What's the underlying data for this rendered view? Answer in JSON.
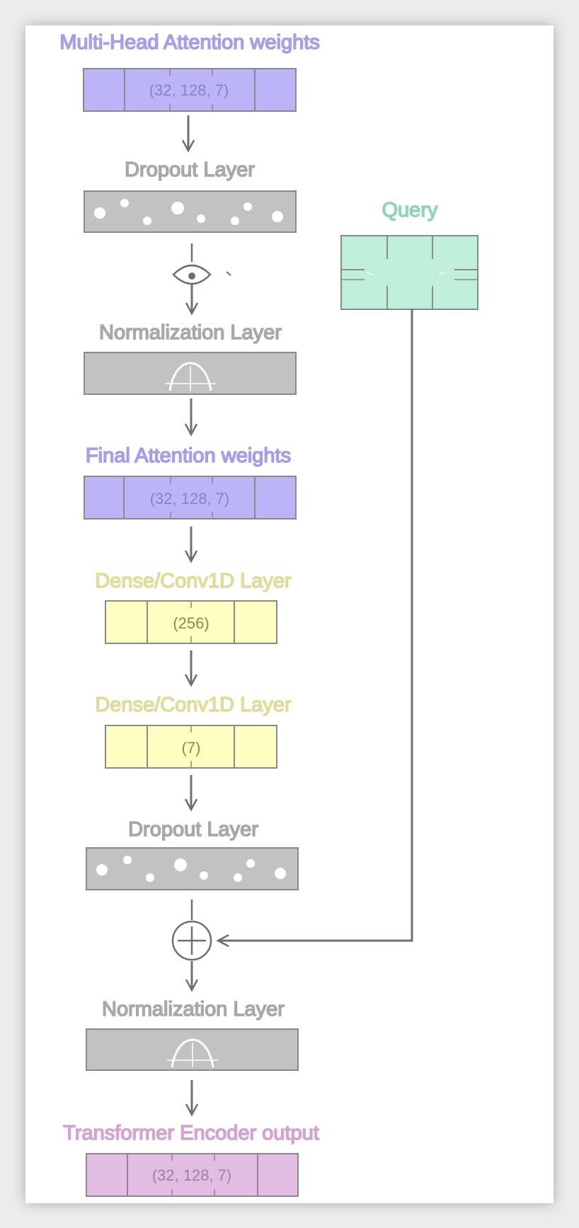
{
  "colors": {
    "purple_fill": "#bcb4f6",
    "purple_text": "#a89ee8",
    "gray_fill": "#c2c2c2",
    "gray_text": "#a8a8a8",
    "yellow_fill": "#fdfdbf",
    "yellow_text": "#dede9a",
    "pink_fill": "#e2bce2",
    "pink_text": "#d2a4d2",
    "teal_fill": "#bfeed9",
    "teal_text": "#92d4bd",
    "line": "#6f6f6f"
  },
  "nodes": {
    "mha_weights": {
      "title": "Multi-Head Attention weights",
      "shape": "(32, 128, 7)"
    },
    "dropout_1": {
      "title": "Dropout Layer"
    },
    "norm_1": {
      "title": "Normalization Layer"
    },
    "final_attention": {
      "title": "Final Attention weights",
      "shape": "(32, 128, 7)"
    },
    "dense_1": {
      "title": "Dense/Conv1D Layer",
      "shape": "(256)"
    },
    "dense_2": {
      "title": "Dense/Conv1D Layer",
      "shape": "(7)"
    },
    "dropout_2": {
      "title": "Dropout Layer"
    },
    "norm_2": {
      "title": "Normalization Layer"
    },
    "encoder_output": {
      "title": "Transformer Encoder output",
      "shape": "(32, 128, 7)"
    },
    "query": {
      "title": "Query"
    }
  },
  "icons": {
    "eye": "eye-icon",
    "add": "plus-circle-icon",
    "bell_curve": "bell-curve-icon"
  }
}
